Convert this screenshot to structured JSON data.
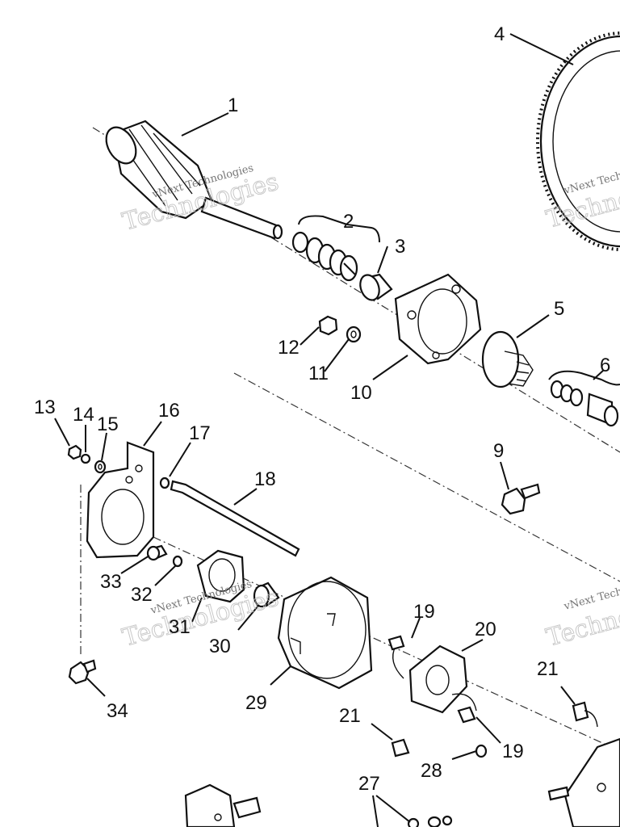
{
  "diagram": {
    "callouts": [
      {
        "id": "c1",
        "text": "1"
      },
      {
        "id": "c2",
        "text": "2"
      },
      {
        "id": "c3",
        "text": "3"
      },
      {
        "id": "c4",
        "text": "4"
      },
      {
        "id": "c5",
        "text": "5"
      },
      {
        "id": "c6",
        "text": "6"
      },
      {
        "id": "c9",
        "text": "9"
      },
      {
        "id": "c10",
        "text": "10"
      },
      {
        "id": "c11",
        "text": "11"
      },
      {
        "id": "c12",
        "text": "12"
      },
      {
        "id": "c13",
        "text": "13"
      },
      {
        "id": "c14",
        "text": "14"
      },
      {
        "id": "c15",
        "text": "15"
      },
      {
        "id": "c16",
        "text": "16"
      },
      {
        "id": "c17",
        "text": "17"
      },
      {
        "id": "c18",
        "text": "18"
      },
      {
        "id": "c19a",
        "text": "19"
      },
      {
        "id": "c19b",
        "text": "19"
      },
      {
        "id": "c20",
        "text": "20"
      },
      {
        "id": "c21a",
        "text": "21"
      },
      {
        "id": "c21b",
        "text": "21"
      },
      {
        "id": "c27",
        "text": "27"
      },
      {
        "id": "c28",
        "text": "28"
      },
      {
        "id": "c29",
        "text": "29"
      },
      {
        "id": "c30",
        "text": "30"
      },
      {
        "id": "c31",
        "text": "31"
      },
      {
        "id": "c32",
        "text": "32"
      },
      {
        "id": "c33",
        "text": "33"
      },
      {
        "id": "c34",
        "text": "34"
      }
    ],
    "watermark": {
      "line1": "vNext Technologies",
      "line2": "Technologies"
    }
  }
}
